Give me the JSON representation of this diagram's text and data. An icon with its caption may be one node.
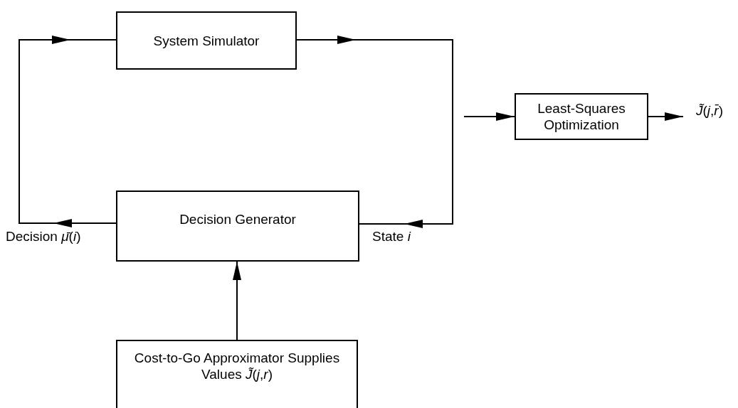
{
  "diagram": {
    "nodes": [
      {
        "text": [
          "System Simulator"
        ]
      },
      {
        "text": [
          "Least-Squares Optimization"
        ]
      },
      {
        "text": [
          "*J̃*(*j*,*r̄*)"
        ]
      },
      {
        "text": [
          "Decision Generator"
        ]
      },
      {
        "text": [
          "Cost-to-Go Approximator Supplies Values *J̃*(*j*,*r*)"
        ]
      }
    ],
    "edges": [
      {
        "from": 3,
        "to": 0,
        "arrow": "to",
        "label": "Decision *μ̄*(*i*)"
      },
      {
        "from": 0,
        "to": 3,
        "arrow": "to",
        "label": "State *i*"
      },
      {
        "from": null,
        "to": 1,
        "arrow": "to"
      },
      {
        "from": 1,
        "to": 2,
        "arrow": "to"
      },
      {
        "from": 4,
        "to": 3,
        "arrow": "to"
      }
    ]
  }
}
